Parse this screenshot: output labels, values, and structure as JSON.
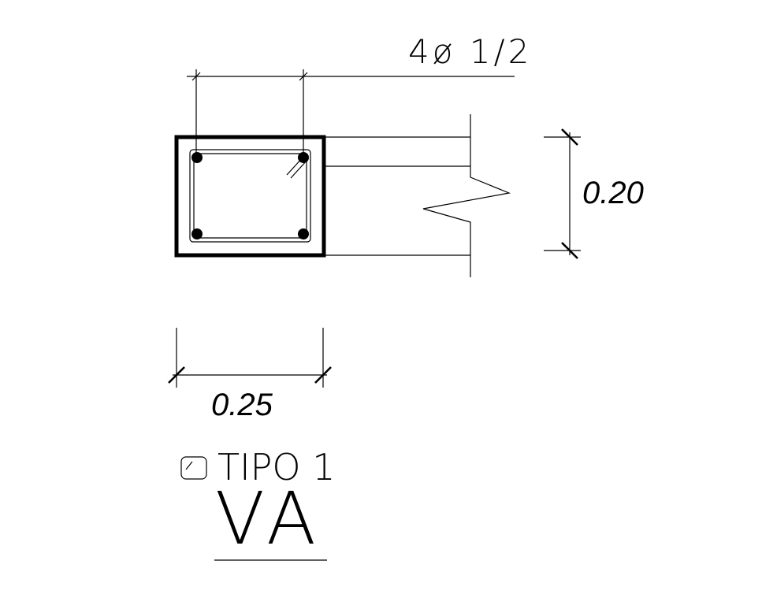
{
  "rebar_label": "4ø 1/2",
  "dim_height": "0.20",
  "dim_width": "0.25",
  "tipo_label": "TIPO 1",
  "title": "VA",
  "icons": {
    "stirrup_symbol": "stirrup-symbol-icon"
  },
  "colors": {
    "ink": "#000000",
    "background": "#ffffff"
  }
}
